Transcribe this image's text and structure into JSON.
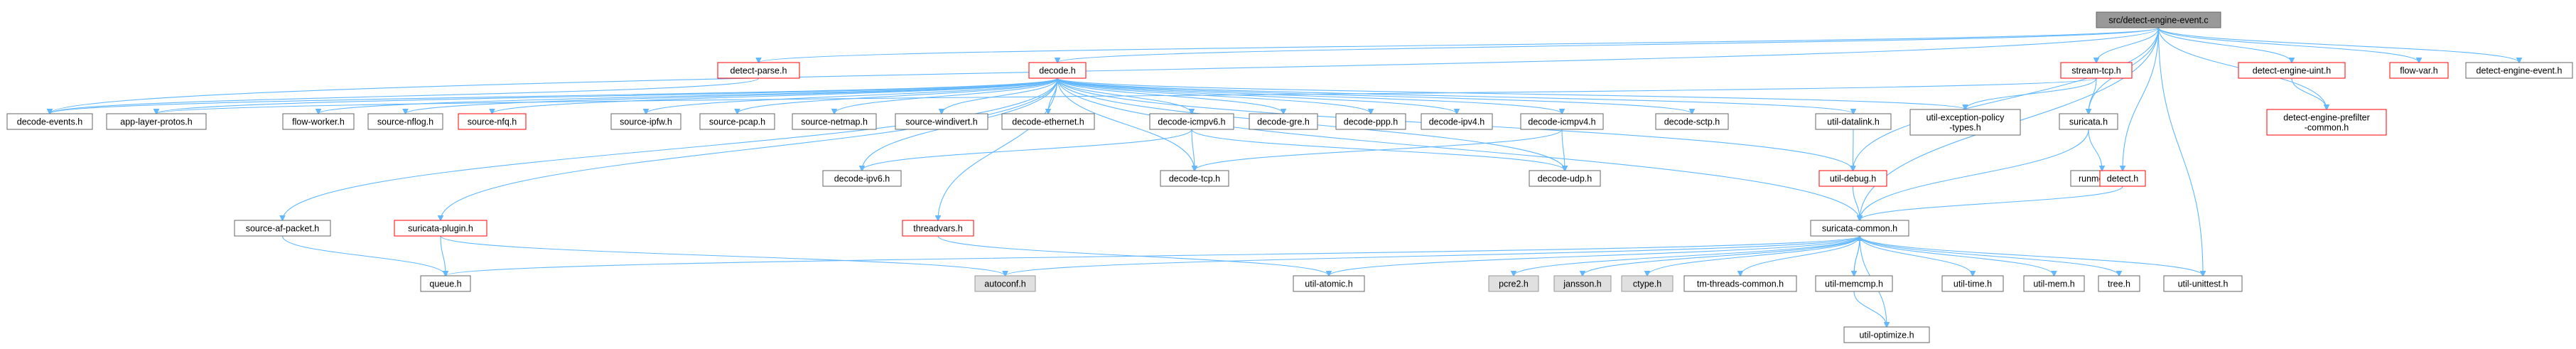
{
  "colors": {
    "edge": "#63b8ff",
    "node_border": "#666666",
    "node_fill": "#ffffff",
    "highlight_fill": "#999999",
    "red_border": "#ff0000",
    "gray_fill": "#e0e0e0",
    "text": "#000000"
  },
  "nodes": [
    {
      "id": "detect_engine_event_c",
      "label": "src/detect-engine-event.c",
      "style": "root"
    },
    {
      "id": "detect_parse_h",
      "label": "detect-parse.h",
      "style": "red"
    },
    {
      "id": "decode_h",
      "label": "decode.h",
      "style": "red"
    },
    {
      "id": "stream_tcp_h",
      "label": "stream-tcp.h",
      "style": "red"
    },
    {
      "id": "detect_engine_uint_h",
      "label": "detect-engine-uint.h",
      "style": "red"
    },
    {
      "id": "flow_var_h",
      "label": "flow-var.h",
      "style": "red"
    },
    {
      "id": "detect_engine_event_h",
      "label": "detect-engine-event.h",
      "style": "normal"
    },
    {
      "id": "decode_events_h",
      "label": "decode-events.h",
      "style": "normal"
    },
    {
      "id": "app_layer_protos_h",
      "label": "app-layer-protos.h",
      "style": "normal"
    },
    {
      "id": "flow_worker_h",
      "label": "flow-worker.h",
      "style": "normal"
    },
    {
      "id": "source_nflog_h",
      "label": "source-nflog.h",
      "style": "normal"
    },
    {
      "id": "source_nfq_h",
      "label": "source-nfq.h",
      "style": "red"
    },
    {
      "id": "source_ipfw_h",
      "label": "source-ipfw.h",
      "style": "normal"
    },
    {
      "id": "source_pcap_h",
      "label": "source-pcap.h",
      "style": "normal"
    },
    {
      "id": "source_netmap_h",
      "label": "source-netmap.h",
      "style": "normal"
    },
    {
      "id": "source_windivert_h",
      "label": "source-windivert.h",
      "style": "normal"
    },
    {
      "id": "decode_ethernet_h",
      "label": "decode-ethernet.h",
      "style": "normal"
    },
    {
      "id": "decode_icmpv6_h",
      "label": "decode-icmpv6.h",
      "style": "normal"
    },
    {
      "id": "decode_gre_h",
      "label": "decode-gre.h",
      "style": "normal"
    },
    {
      "id": "decode_ppp_h",
      "label": "decode-ppp.h",
      "style": "normal"
    },
    {
      "id": "decode_ipv4_h",
      "label": "decode-ipv4.h",
      "style": "normal"
    },
    {
      "id": "decode_icmpv4_h",
      "label": "decode-icmpv4.h",
      "style": "normal"
    },
    {
      "id": "decode_sctp_h",
      "label": "decode-sctp.h",
      "style": "normal"
    },
    {
      "id": "util_datalink_h",
      "label": "util-datalink.h",
      "style": "normal"
    },
    {
      "id": "util_exception_policy_types_h",
      "label": "util-exception-policy\n-types.h",
      "style": "normal"
    },
    {
      "id": "suricata_h",
      "label": "suricata.h",
      "style": "normal"
    },
    {
      "id": "detect_engine_prefilter_common_h",
      "label": "detect-engine-prefilter\n-common.h",
      "style": "red"
    },
    {
      "id": "decode_ipv6_h",
      "label": "decode-ipv6.h",
      "style": "normal"
    },
    {
      "id": "decode_tcp_h",
      "label": "decode-tcp.h",
      "style": "normal"
    },
    {
      "id": "decode_udp_h",
      "label": "decode-udp.h",
      "style": "normal"
    },
    {
      "id": "util_debug_h",
      "label": "util-debug.h",
      "style": "red"
    },
    {
      "id": "runmodes_h",
      "label": "runmodes.h",
      "style": "normal"
    },
    {
      "id": "detect_h",
      "label": "detect.h",
      "style": "red"
    },
    {
      "id": "source_af_packet_h",
      "label": "source-af-packet.h",
      "style": "normal"
    },
    {
      "id": "suricata_plugin_h",
      "label": "suricata-plugin.h",
      "style": "red"
    },
    {
      "id": "threadvars_h",
      "label": "threadvars.h",
      "style": "red"
    },
    {
      "id": "suricata_common_h",
      "label": "suricata-common.h",
      "style": "normal"
    },
    {
      "id": "queue_h",
      "label": "queue.h",
      "style": "normal"
    },
    {
      "id": "autoconf_h",
      "label": "autoconf.h",
      "style": "gray"
    },
    {
      "id": "util_atomic_h",
      "label": "util-atomic.h",
      "style": "normal"
    },
    {
      "id": "pcre2_h",
      "label": "pcre2.h",
      "style": "gray"
    },
    {
      "id": "jansson_h",
      "label": "jansson.h",
      "style": "gray"
    },
    {
      "id": "ctype_h",
      "label": "ctype.h",
      "style": "gray"
    },
    {
      "id": "tm_threads_common_h",
      "label": "tm-threads-common.h",
      "style": "normal"
    },
    {
      "id": "util_memcmp_h",
      "label": "util-memcmp.h",
      "style": "normal"
    },
    {
      "id": "util_time_h",
      "label": "util-time.h",
      "style": "normal"
    },
    {
      "id": "util_mem_h",
      "label": "util-mem.h",
      "style": "normal"
    },
    {
      "id": "tree_h",
      "label": "tree.h",
      "style": "normal"
    },
    {
      "id": "util_unittest_h",
      "label": "util-unittest.h",
      "style": "normal"
    },
    {
      "id": "util_optimize_h",
      "label": "util-optimize.h",
      "style": "normal"
    }
  ],
  "edges": [
    [
      "detect_engine_event_c",
      "detect_parse_h"
    ],
    [
      "detect_engine_event_c",
      "decode_h"
    ],
    [
      "detect_engine_event_c",
      "stream_tcp_h"
    ],
    [
      "detect_engine_event_c",
      "detect_engine_uint_h"
    ],
    [
      "detect_engine_event_c",
      "flow_var_h"
    ],
    [
      "detect_engine_event_c",
      "detect_engine_event_h"
    ],
    [
      "detect_engine_event_c",
      "decode_events_h"
    ],
    [
      "detect_engine_event_c",
      "suricata_h"
    ],
    [
      "detect_engine_event_c",
      "detect_engine_prefilter_common_h"
    ],
    [
      "detect_engine_event_c",
      "util_debug_h"
    ],
    [
      "detect_engine_event_c",
      "detect_h"
    ],
    [
      "detect_engine_event_c",
      "suricata_common_h"
    ],
    [
      "detect_engine_event_c",
      "util_unittest_h"
    ],
    [
      "detect_parse_h",
      "decode_events_h"
    ],
    [
      "decode_h",
      "decode_events_h"
    ],
    [
      "decode_h",
      "app_layer_protos_h"
    ],
    [
      "decode_h",
      "flow_worker_h"
    ],
    [
      "decode_h",
      "source_nflog_h"
    ],
    [
      "decode_h",
      "source_nfq_h"
    ],
    [
      "decode_h",
      "source_ipfw_h"
    ],
    [
      "decode_h",
      "source_pcap_h"
    ],
    [
      "decode_h",
      "source_netmap_h"
    ],
    [
      "decode_h",
      "source_windivert_h"
    ],
    [
      "decode_h",
      "decode_ethernet_h"
    ],
    [
      "decode_h",
      "decode_icmpv6_h"
    ],
    [
      "decode_h",
      "decode_gre_h"
    ],
    [
      "decode_h",
      "decode_ppp_h"
    ],
    [
      "decode_h",
      "decode_ipv4_h"
    ],
    [
      "decode_h",
      "decode_icmpv4_h"
    ],
    [
      "decode_h",
      "decode_sctp_h"
    ],
    [
      "decode_h",
      "util_datalink_h"
    ],
    [
      "decode_h",
      "util_exception_policy_types_h"
    ],
    [
      "decode_h",
      "decode_ipv6_h"
    ],
    [
      "decode_h",
      "decode_tcp_h"
    ],
    [
      "decode_h",
      "decode_udp_h"
    ],
    [
      "decode_h",
      "util_debug_h"
    ],
    [
      "decode_h",
      "source_af_packet_h"
    ],
    [
      "decode_h",
      "suricata_plugin_h"
    ],
    [
      "decode_h",
      "threadvars_h"
    ],
    [
      "decode_h",
      "suricata_common_h"
    ],
    [
      "decode_icmpv6_h",
      "decode_ipv6_h"
    ],
    [
      "decode_icmpv6_h",
      "decode_tcp_h"
    ],
    [
      "decode_icmpv6_h",
      "decode_udp_h"
    ],
    [
      "decode_icmpv4_h",
      "decode_tcp_h"
    ],
    [
      "decode_icmpv4_h",
      "decode_udp_h"
    ],
    [
      "util_datalink_h",
      "util_debug_h"
    ],
    [
      "stream_tcp_h",
      "app_layer_protos_h"
    ],
    [
      "stream_tcp_h",
      "util_exception_policy_types_h"
    ],
    [
      "stream_tcp_h",
      "suricata_h"
    ],
    [
      "suricata_h",
      "runmodes_h"
    ],
    [
      "suricata_h",
      "suricata_common_h"
    ],
    [
      "detect_engine_uint_h",
      "detect_engine_prefilter_common_h"
    ],
    [
      "detect_h",
      "suricata_common_h"
    ],
    [
      "util_debug_h",
      "suricata_common_h"
    ],
    [
      "source_af_packet_h",
      "queue_h"
    ],
    [
      "suricata_plugin_h",
      "queue_h"
    ],
    [
      "suricata_plugin_h",
      "autoconf_h"
    ],
    [
      "threadvars_h",
      "util_atomic_h"
    ],
    [
      "suricata_common_h",
      "queue_h"
    ],
    [
      "suricata_common_h",
      "autoconf_h"
    ],
    [
      "suricata_common_h",
      "util_atomic_h"
    ],
    [
      "suricata_common_h",
      "pcre2_h"
    ],
    [
      "suricata_common_h",
      "jansson_h"
    ],
    [
      "suricata_common_h",
      "ctype_h"
    ],
    [
      "suricata_common_h",
      "tm_threads_common_h"
    ],
    [
      "suricata_common_h",
      "util_memcmp_h"
    ],
    [
      "suricata_common_h",
      "util_optimize_h"
    ],
    [
      "suricata_common_h",
      "util_time_h"
    ],
    [
      "suricata_common_h",
      "util_mem_h"
    ],
    [
      "suricata_common_h",
      "tree_h"
    ],
    [
      "suricata_common_h",
      "util_unittest_h"
    ],
    [
      "util_memcmp_h",
      "util_optimize_h"
    ],
    [
      "util_memcmp_h",
      "suricata_common_h"
    ]
  ]
}
